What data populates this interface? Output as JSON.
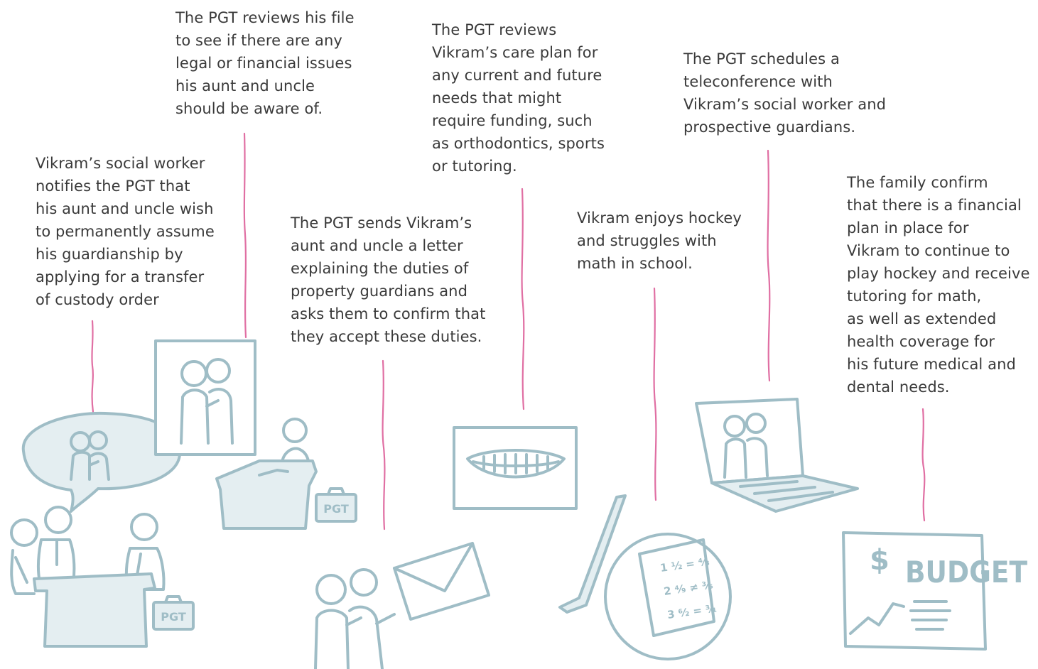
{
  "colors": {
    "connector": "#e06fa3",
    "sketch": "#9fbdc6",
    "sketch_fill": "#e4eef1",
    "text": "#3a3a3a"
  },
  "steps": [
    {
      "text": "Vikram’s social worker\nnotifies the PGT that\nhis aunt and uncle wish\nto permanently assume\nhis guardianship by\napplying for a transfer\nof custody order",
      "icon": "meeting-with-speech-bubble-icon"
    },
    {
      "text": "The PGT reviews his file\nto see if there are any\nlegal or financial issues\nhis aunt and uncle\nshould be aware of.",
      "icon": "pgt-desk-icon"
    },
    {
      "text": "The PGT sends Vikram’s\naunt and uncle a letter\nexplaining the duties of\nproperty guardians and\nasks them to confirm that\nthey accept these duties.",
      "icon": "envelope-letter-icon"
    },
    {
      "text": "The PGT reviews\nVikram’s care plan for\nany current and future\nneeds that might\nrequire funding, such\nas orthodontics, sports\nor tutoring.",
      "icon": "braces-smile-icon"
    },
    {
      "text": "Vikram enjoys hockey\nand struggles with\nmath in school.",
      "icon": "hockey-math-icon"
    },
    {
      "text": "The PGT schedules a\nteleconference with\nVikram’s social worker and\nprospective guardians.",
      "icon": "laptop-teleconference-icon"
    },
    {
      "text": "The family confirm\nthat there is a financial\nplan in place for\nVikram to continue to\nplay hockey and receive\ntutoring for math,\nas well as extended\nhealth coverage for\nhis future medical and\ndental needs.",
      "icon": "budget-chart-icon"
    }
  ],
  "illustration_labels": {
    "pgt_briefcase": "PGT",
    "pgt_briefcase_2": "PGT",
    "dollar": "$",
    "budget": "BUDGET",
    "math_row_1": "1   ½ = ⁴⁄₈",
    "math_row_2": "2   ⁴⁄₉ ≠ ³⁄₅",
    "math_row_3": "3   ⁶⁄₂ = ³⁄₁"
  }
}
